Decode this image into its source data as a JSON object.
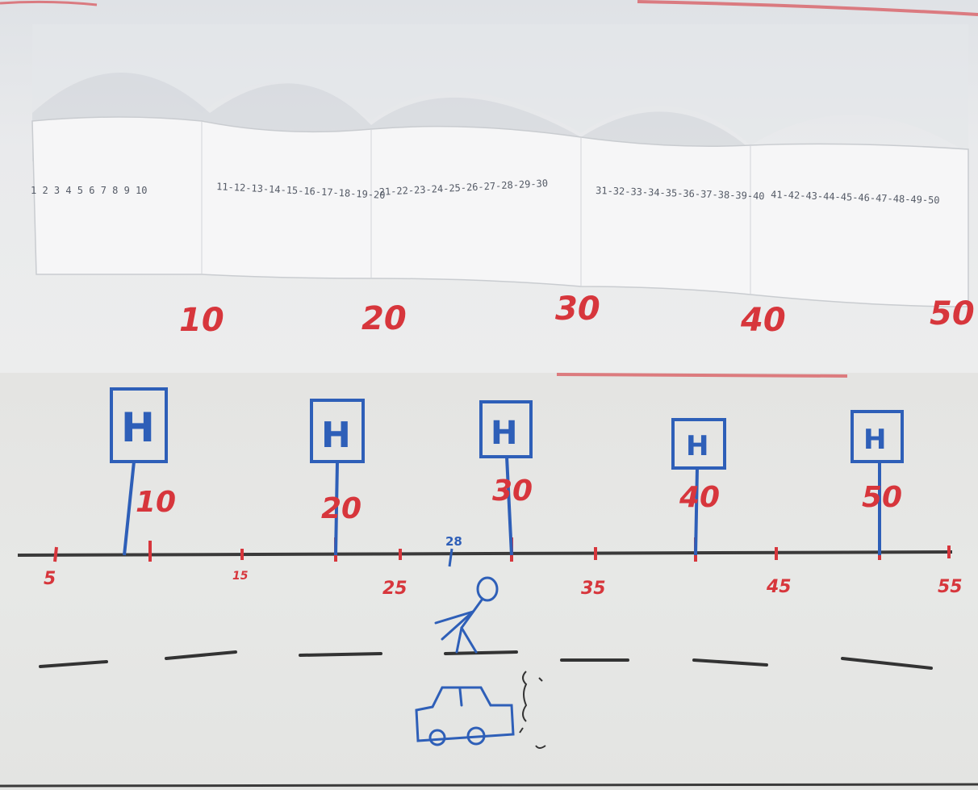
{
  "top_photo": {
    "strip_segments": [
      "1 2 3 4 5 6 7 8 9 10",
      "11-12-13-14-15-16-17-18-19-20",
      "21-22-23-24-25-26-27-28-29-30",
      "31-32-33-34-35-36-37-38-39-40",
      "41-42-43-44-45-46-47-48-49-50"
    ],
    "decade_labels": [
      "10",
      "20",
      "30",
      "40",
      "50"
    ],
    "colors": {
      "marker_red": "#d7363c",
      "strip_ink": "#545a66"
    }
  },
  "bottom_photo": {
    "bus_stops": [
      {
        "sign": "H",
        "number": "10"
      },
      {
        "sign": "H",
        "number": "20"
      },
      {
        "sign": "H",
        "number": "30"
      },
      {
        "sign": "H",
        "number": "40"
      },
      {
        "sign": "H",
        "number": "50"
      }
    ],
    "odd_ticks": [
      "5",
      "15",
      "25",
      "35",
      "45",
      "55"
    ],
    "pedestrian_label": "28",
    "drawings": [
      "stick-figure",
      "car-icon"
    ],
    "colors": {
      "sign_blue": "#2e5fb8",
      "tick_red": "#d7363c",
      "line_black": "#3a3a3a"
    }
  }
}
